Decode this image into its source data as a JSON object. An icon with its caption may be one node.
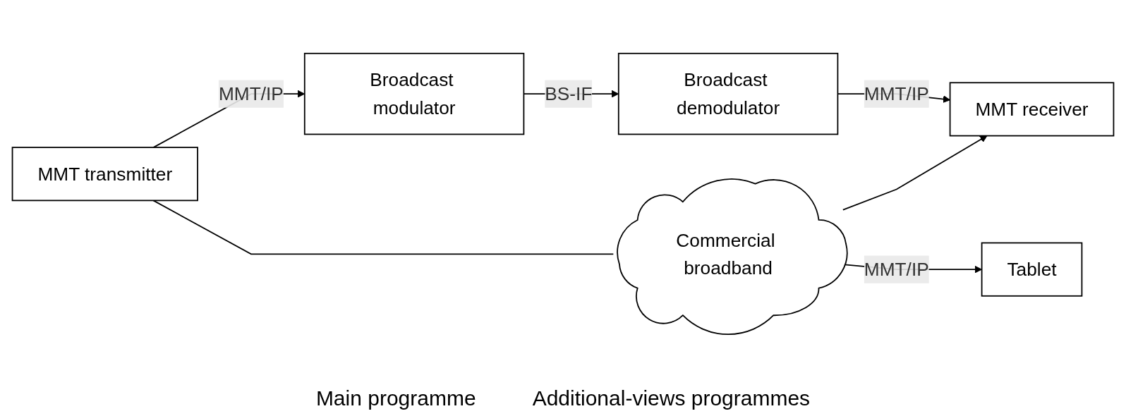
{
  "diagram": {
    "nodes": [
      {
        "text": [
          "MMT transmitter"
        ]
      },
      {
        "text": [
          "Broadcast modulator"
        ]
      },
      {
        "text": [
          "Broadcast demodulator"
        ]
      },
      {
        "text": [
          "MMT receiver"
        ]
      },
      {
        "text": [
          "Commercial broadband"
        ]
      },
      {
        "text": [
          "Tablet"
        ]
      }
    ],
    "edges": [
      {
        "from": 0,
        "to": 1,
        "label": "MMT/IP",
        "arrow": "to"
      },
      {
        "from": 1,
        "to": 2,
        "label": "BS-IF",
        "arrow": "to"
      },
      {
        "from": 2,
        "to": 3,
        "label": "MMT/IP",
        "arrow": "to"
      },
      {
        "from": 0,
        "to": 4,
        "arrow": "none"
      },
      {
        "from": 4,
        "to": 3,
        "arrow": "to"
      },
      {
        "from": 4,
        "to": 5,
        "label": "MMT/IP",
        "arrow": "to"
      }
    ],
    "labels": [
      "Main programme",
      "Additional-views programmes"
    ]
  }
}
